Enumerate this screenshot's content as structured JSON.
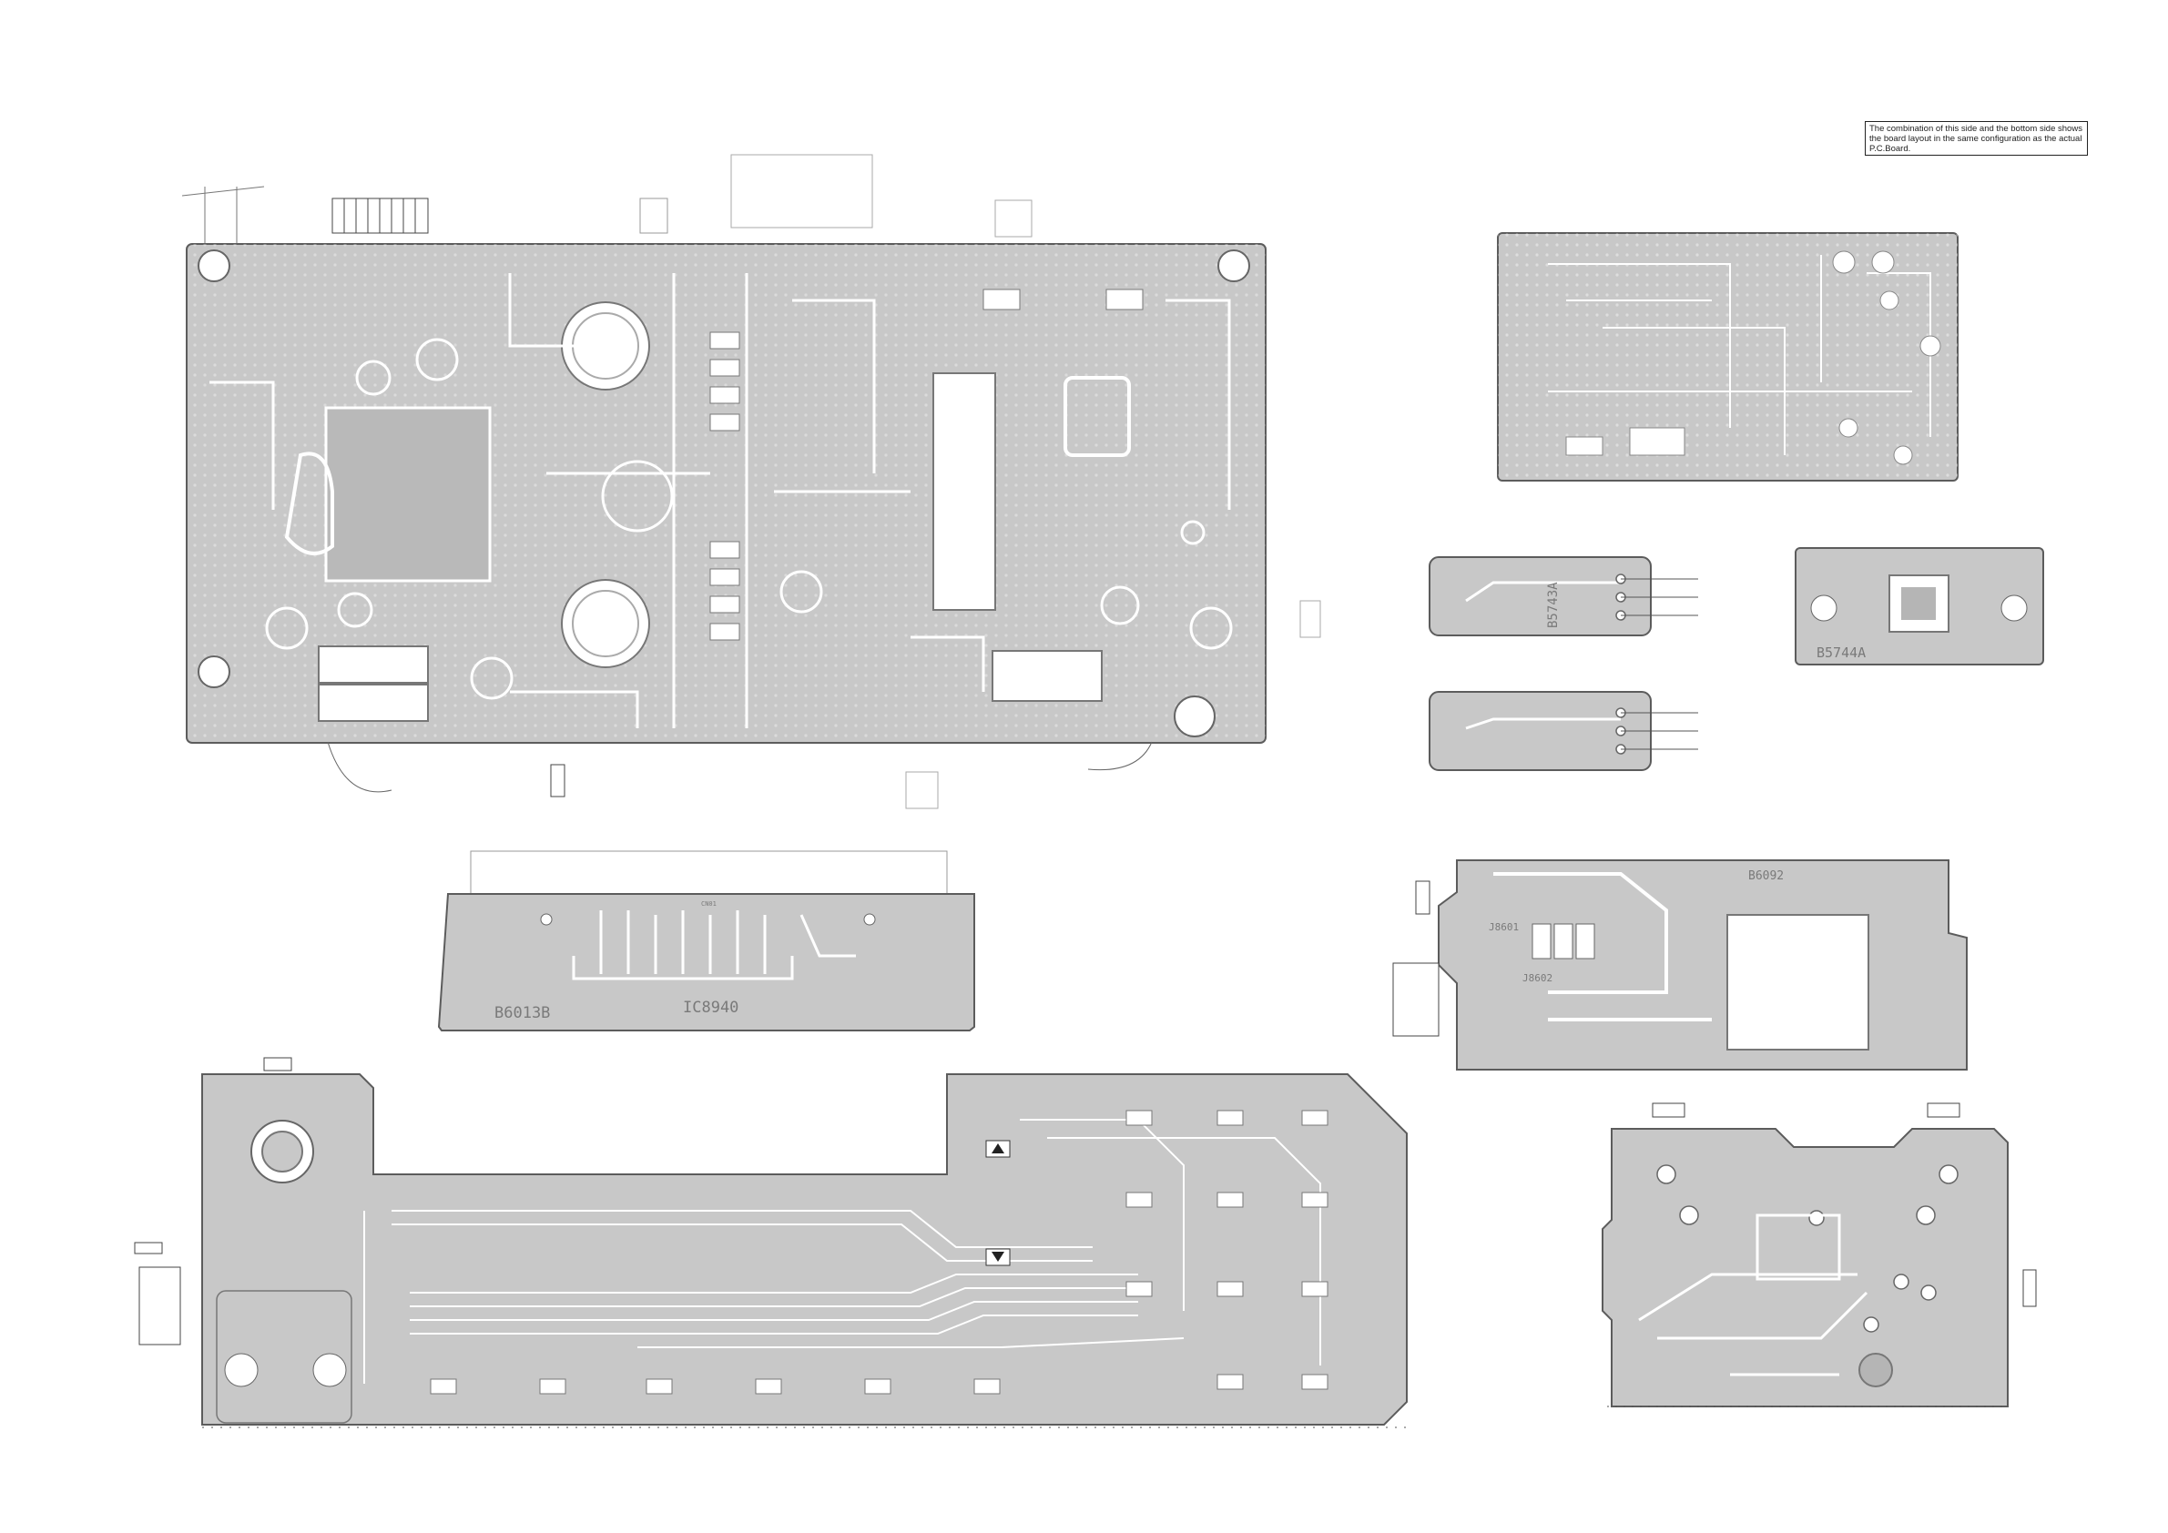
{
  "note": {
    "text": "The combination of this side and the bottom side shows the board layout in the same configuration as the actual P.C.Board."
  },
  "boards": {
    "ic_board": {
      "code": "B6013B",
      "ic": "IC8940",
      "tiny_label": "CN01"
    },
    "regulator_small": {
      "code": "B5744A"
    },
    "jack_small": {
      "code": "B5743A"
    },
    "headphone_board": {
      "code": "B6092",
      "jack1": "J8601",
      "jack2": "J8602"
    }
  },
  "colors": {
    "board_fill": "#c8c8c8",
    "trace": "#ffffff",
    "outline": "#5c5c5c",
    "background": "#ffffff"
  },
  "icons": [
    "arrow-up-icon",
    "arrow-down-icon"
  ]
}
